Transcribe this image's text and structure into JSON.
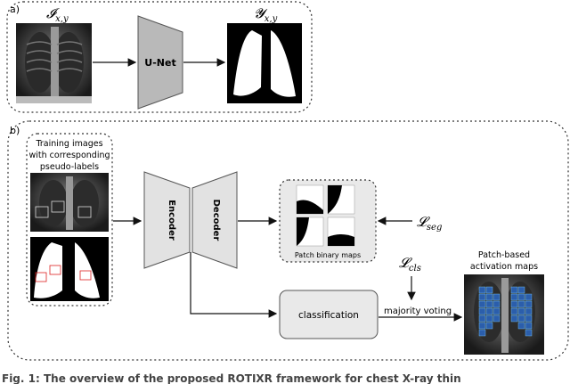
{
  "panel_a": {
    "label": "a)",
    "input_label": "𝓘",
    "input_sub": "x,y",
    "output_label": "𝓨",
    "output_sub": "x,y",
    "model_label": "U-Net"
  },
  "panel_b": {
    "label": "b)",
    "training_caption_1": "Training images",
    "training_caption_2": "with corresponding",
    "training_caption_3": "pseudo-labels",
    "encoder_label": "Encoder",
    "decoder_label": "Decoder",
    "patch_maps_caption": "Patch binary maps",
    "loss_seg": "𝓛",
    "loss_seg_sub": "seg",
    "loss_cls": "𝓛",
    "loss_cls_sub": "cls",
    "classification_label": "classification",
    "voting_label": "majority voting",
    "activation_caption_1": "Patch-based",
    "activation_caption_2": "activation maps"
  },
  "caption_fragment": "Fig. 1: The overview of the proposed ROTIXR framework for chest X-ray thin",
  "colors": {
    "block": "#b9b9b9",
    "block_stroke": "#555555",
    "box_fill": "#e9e9e9",
    "dashed": "#333333"
  }
}
